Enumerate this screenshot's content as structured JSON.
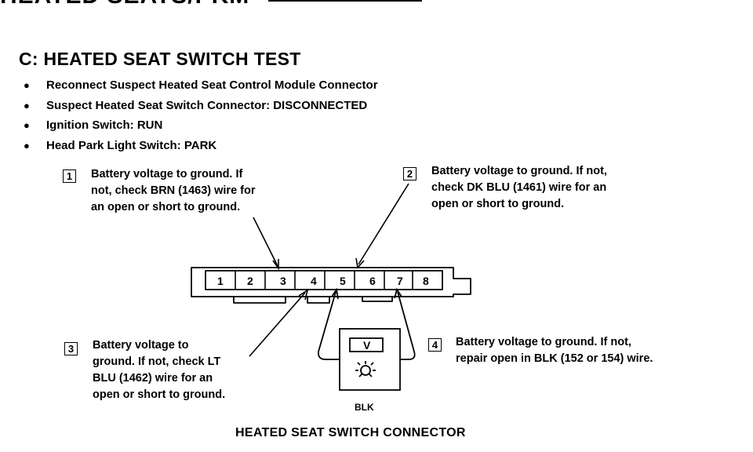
{
  "header": {
    "cut_title": "HEATED SEATS/PKM"
  },
  "section": {
    "title": "C: HEATED SEAT SWITCH TEST"
  },
  "conditions": [
    "Reconnect Suspect Heated Seat Control Module Connector",
    "Suspect Heated Seat Switch Connector: DISCONNECTED",
    "Ignition Switch:  RUN",
    "Head Park Light Switch:  PARK"
  ],
  "notes": [
    {
      "num": "1",
      "lines": [
        "Battery voltage to ground. If",
        "not, check BRN (1463) wire for",
        "an open or short to ground."
      ]
    },
    {
      "num": "2",
      "lines": [
        "Battery voltage to ground. If not,",
        "check DK BLU (1461) wire for an",
        "open or short to ground."
      ]
    },
    {
      "num": "3",
      "lines": [
        "Battery voltage to",
        "ground. If not, check LT",
        "BLU (1462) wire for an",
        "open or short to ground."
      ]
    },
    {
      "num": "4",
      "lines": [
        "Battery voltage to ground. If not,",
        "repair open in BLK (152 or 154) wire."
      ]
    }
  ],
  "connector": {
    "pins": [
      "1",
      "2",
      "3",
      "4",
      "5",
      "6",
      "7",
      "8"
    ],
    "caption": "HEATED SEAT SWITCH CONNECTOR"
  },
  "meter": {
    "display": "V",
    "lead_label": "BLK"
  }
}
